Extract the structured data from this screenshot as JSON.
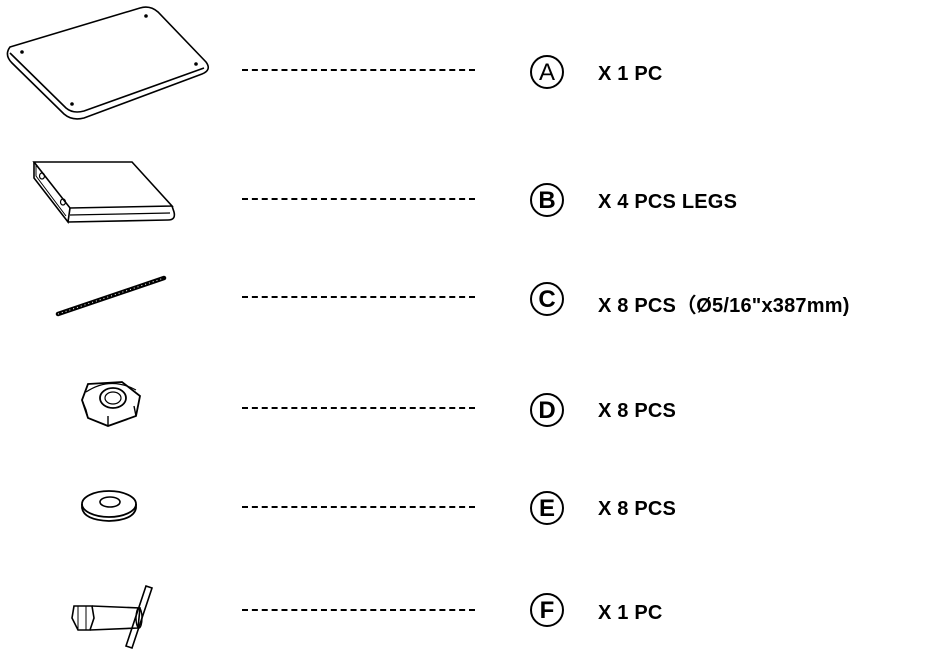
{
  "parts": [
    {
      "letter": "A",
      "quantity": "X 1 PC",
      "illustration": "table-top-plate-icon"
    },
    {
      "letter": "B",
      "quantity": "X 4 PCS  LEGS",
      "illustration": "leg-bracket-icon"
    },
    {
      "letter": "C",
      "quantity": "X 8 PCS（Ø5/16\"x387mm)",
      "illustration": "threaded-rod-icon"
    },
    {
      "letter": "D",
      "quantity": "X 8 PCS",
      "illustration": "hex-nut-icon"
    },
    {
      "letter": "E",
      "quantity": "X 8 PCS",
      "illustration": "washer-icon"
    },
    {
      "letter": "F",
      "quantity": "X 1 PC",
      "illustration": "socket-wrench-icon"
    }
  ],
  "colors": {
    "ink": "#000000",
    "background": "#ffffff"
  }
}
